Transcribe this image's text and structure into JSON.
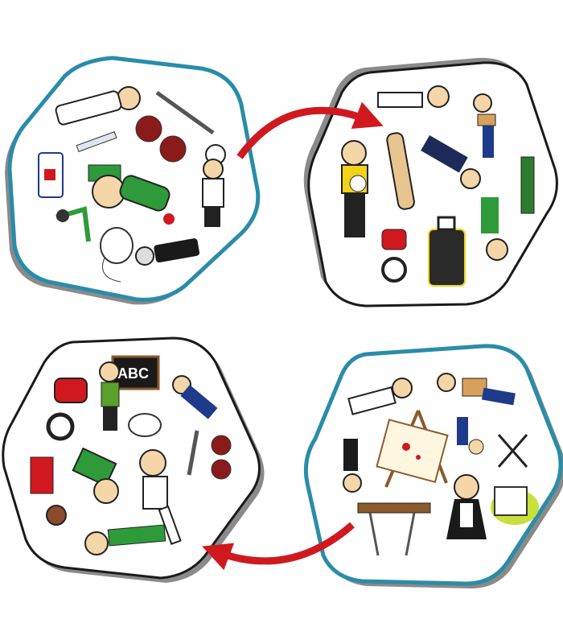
{
  "colors": {
    "blue_border": "#2a8ca8",
    "black_border": "#1a1a1a",
    "shadow": "#8a8a8a",
    "arrow": "#d0191e"
  },
  "cards": [
    {
      "id": "card-top-left",
      "border": "blue",
      "items": [
        "sailor-icon",
        "wine-glasses-icon",
        "syringe-icon",
        "ambulance-icon",
        "clown-icon",
        "chef-icon",
        "wheelbarrow-icon",
        "mouse-icon",
        "judge-icon"
      ]
    },
    {
      "id": "card-top-right",
      "border": "black",
      "items": [
        "chef-icon",
        "postman-icon",
        "goalkeeper-icon",
        "rolling-pin-icon",
        "pilot-icon",
        "tank-icon",
        "scooter-icon",
        "suitcase-icon",
        "elf-icon"
      ]
    },
    {
      "id": "card-bottom-left",
      "border": "black",
      "items": [
        "scooter-icon",
        "teacher-icon",
        "police-icon",
        "mouse-icon",
        "firefighter-icon",
        "clown-icon",
        "sailor-icon",
        "wine-glasses-icon",
        "elf-icon"
      ]
    },
    {
      "id": "card-bottom-right",
      "border": "blue",
      "items": [
        "chef-icon",
        "postman-icon",
        "painter-icon",
        "easel-icon",
        "pilot-icon",
        "scissors-icon",
        "judge-icon",
        "maid-icon",
        "table-icon",
        "goal-icon"
      ]
    }
  ],
  "chalkboard": {
    "text": "ABC"
  }
}
